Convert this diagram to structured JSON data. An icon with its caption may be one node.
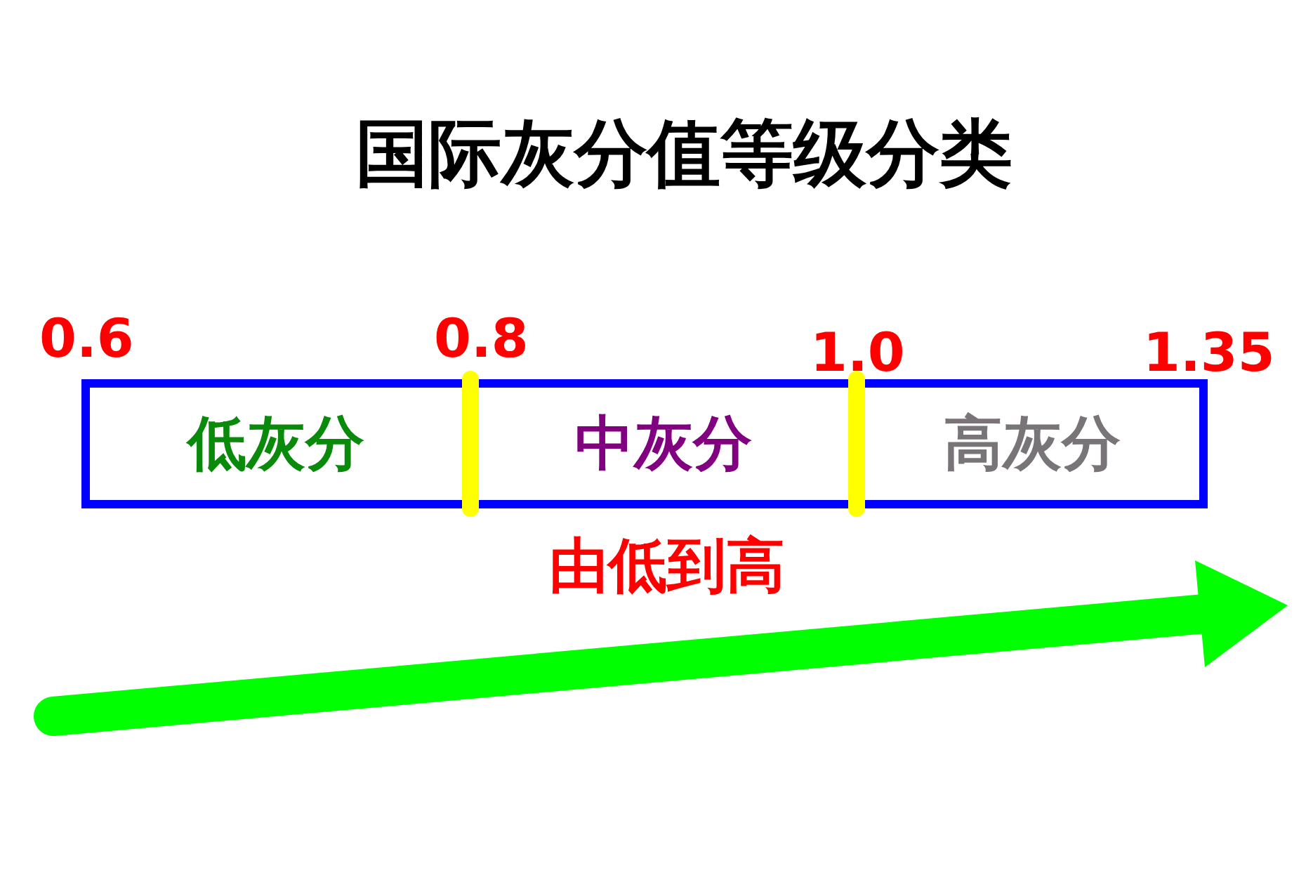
{
  "diagram": {
    "title": "国际灰分值等级分类",
    "nodes": [
      {
        "text": [
          "低灰分"
        ]
      },
      {
        "text": [
          "中灰分"
        ]
      },
      {
        "text": [
          "高灰分"
        ]
      }
    ],
    "labels": [
      "0.6",
      "0.8",
      "1.0",
      "1.35",
      "由低到高"
    ]
  }
}
